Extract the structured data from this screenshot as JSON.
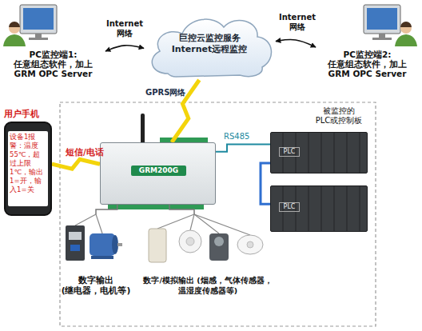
{
  "diagram": {
    "nodes": [
      {
        "text": [
          "PC监控端1: 任意组态软件，加上 GRM OPC Server"
        ]
      },
      {
        "text": [
          "巨控云监控服务 Internet远程监控"
        ]
      },
      {
        "text": [
          "PC监控端2: 任意组态软件，加上 GRM OPC Server"
        ]
      },
      {
        "text": [
          "用户手机",
          "设备1报警：温度55℃，超过上限1℃，输出1=开，输入1=关"
        ]
      },
      {
        "text": [
          "GRM200G"
        ]
      },
      {
        "text": [
          "被监控的 PLC或控制板",
          "PLC"
        ]
      },
      {
        "text": [
          "PLC"
        ]
      },
      {
        "text": [
          "数字输出 (继电器，电机等)"
        ]
      },
      {
        "text": [
          "数字/模拟输出 (烟感，气体传感器，温湿度传感器等)"
        ]
      }
    ],
    "edges": [
      {
        "from": 0,
        "to": 1,
        "label": "Internet 网络",
        "arrow": "both"
      },
      {
        "from": 1,
        "to": 2,
        "label": "Internet 网络",
        "arrow": "both"
      },
      {
        "from": 4,
        "to": 1,
        "label": "GPRS网络",
        "arrow": "none"
      },
      {
        "from": 3,
        "to": 4,
        "label": "短信/电话",
        "arrow": "none"
      },
      {
        "from": 4,
        "to": 5,
        "label": "RS485",
        "arrow": "none"
      },
      {
        "from": 5,
        "to": 6,
        "arrow": "none"
      },
      {
        "from": 4,
        "to": 7,
        "arrow": "none"
      },
      {
        "from": 4,
        "to": 8,
        "arrow": "none"
      }
    ]
  }
}
